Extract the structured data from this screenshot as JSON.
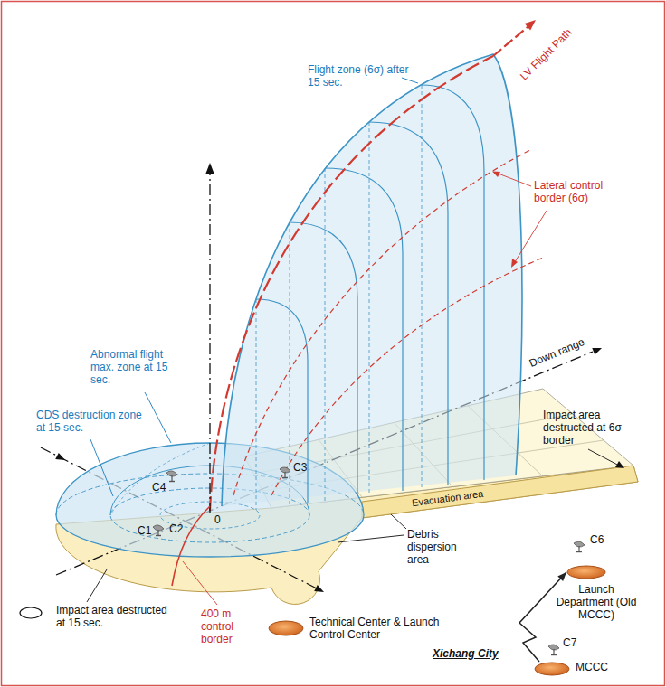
{
  "diagram": {
    "nodes": [
      {
        "text": [
          "Technical Center & Launch Control Center"
        ]
      },
      {
        "text": [
          "Launch Department (Old MCCC)"
        ]
      },
      {
        "text": [
          "MCCC"
        ]
      }
    ],
    "edges": [
      {
        "from": 2,
        "to": 1,
        "arrow": "to"
      }
    ],
    "labels": [
      "LV Flight Path",
      "Flight zone (6σ) after 15 sec.",
      "Lateral control border (6σ)",
      "Down range",
      "Impact area destructed at 6σ border",
      "Evacuation area",
      "Debris dispersion area",
      "Abnormal flight max. zone at 15 sec.",
      "CDS destruction zone at 15 sec.",
      "C4",
      "C3",
      "0",
      "C1",
      "C2",
      "Impact area destructed at 15 sec.",
      "400 m control border",
      "C6",
      "Xichang City",
      "C7"
    ]
  }
}
